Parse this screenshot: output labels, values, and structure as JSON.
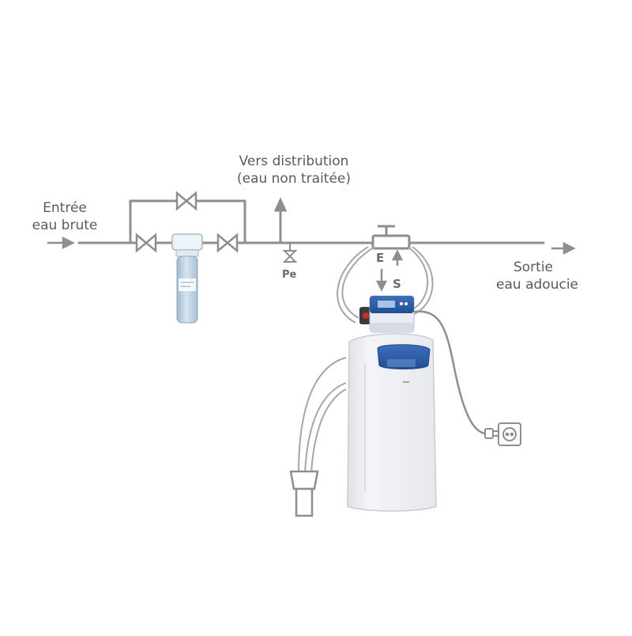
{
  "labels": {
    "inlet_line1": "Entrée",
    "inlet_line2": "eau brute",
    "distribution_line1": "Vers distribution",
    "distribution_line2": "(eau non traitée)",
    "outlet_line1": "Sortie",
    "outlet_line2": "eau adoucie",
    "pressure_gauge": "Pe",
    "entry_port": "E",
    "exit_port": "S"
  },
  "colors": {
    "pipe": "#8e8e8e",
    "label_text": "#5a5a5a",
    "softener_body": "#eeeff3",
    "brand_blue": "#2f5fa6",
    "filter_cap": "#eef3f7",
    "filter_cartridge": "#bcd2e4"
  },
  "icons": {
    "valve": "gate-valve-icon",
    "arrow": "flow-arrow-icon",
    "socket": "power-socket-icon",
    "plug": "power-plug-icon"
  }
}
